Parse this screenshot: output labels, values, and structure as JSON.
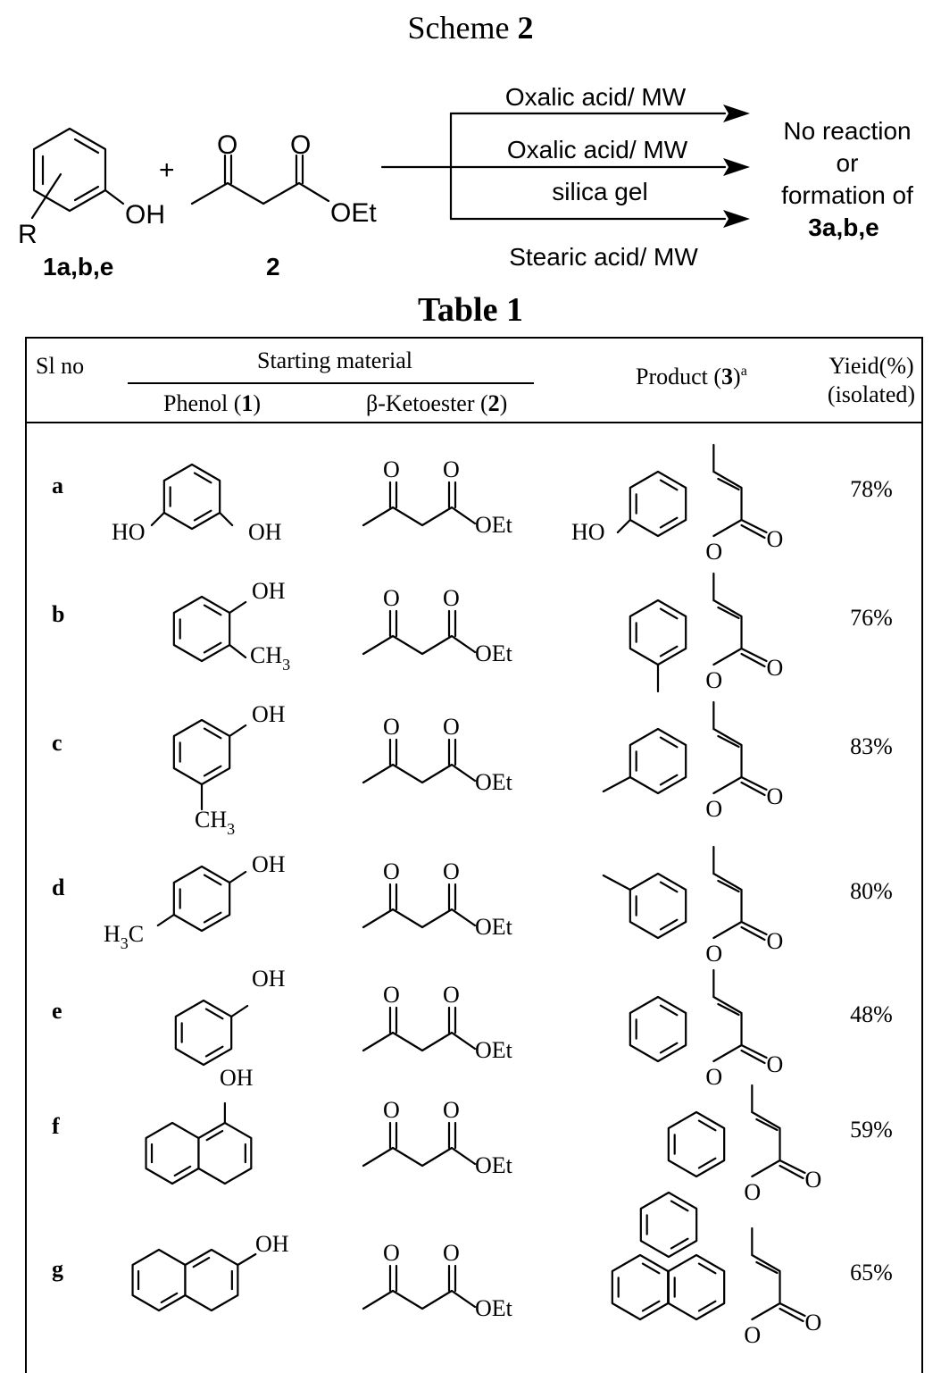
{
  "scheme": {
    "title_prefix": "Scheme ",
    "title_number": "2",
    "plus": "+",
    "phenol_substituent": "R",
    "phenol_oh": "OH",
    "phenol_label": "1a,b,e",
    "ester_o1": "O",
    "ester_o2": "O",
    "ester_oet": "OEt",
    "ester_label": "2",
    "conditions": [
      "Oxalic acid/ MW",
      "Oxalic acid/ MW",
      "silica gel",
      "Stearic acid/ MW"
    ],
    "result_line1": "No reaction",
    "result_line2": "or",
    "result_line3": "formation of",
    "result_line4": "3a,b,e"
  },
  "table": {
    "title": "Table 1",
    "headers": {
      "sl_no": "Sl no",
      "starting_material": "Starting material",
      "phenol_prefix": "Phenol (",
      "phenol_num": "1",
      "phenol_suffix": ")",
      "ketoester_prefix": "β-Ketoester (",
      "ketoester_num": "2",
      "ketoester_suffix": ")",
      "product_prefix": "Product (",
      "product_num": "3",
      "product_suffix": ")",
      "product_sup": "a",
      "yield_line1": "Yieid(%)",
      "yield_line2": "(isolated)"
    },
    "rows": [
      {
        "id": "a",
        "phenol": "resorcinol",
        "phenol_labels": [
          "HO",
          "OH"
        ],
        "product_labels": [
          "HO",
          "O",
          "O"
        ],
        "yield": "78%"
      },
      {
        "id": "b",
        "phenol": "o-cresol",
        "phenol_labels": [
          "OH",
          "CH",
          "3"
        ],
        "product_labels": [
          "O",
          "O"
        ],
        "yield": "76%"
      },
      {
        "id": "c",
        "phenol": "m-cresol",
        "phenol_labels": [
          "OH",
          "CH",
          "3"
        ],
        "product_labels": [
          "O",
          "O"
        ],
        "yield": "83%"
      },
      {
        "id": "d",
        "phenol": "p-cresol",
        "phenol_labels": [
          "OH",
          "H",
          "3",
          "C"
        ],
        "product_labels": [
          "O",
          "O"
        ],
        "yield": "80%"
      },
      {
        "id": "e",
        "phenol": "phenol",
        "phenol_labels": [
          "OH"
        ],
        "product_labels": [
          "O",
          "O"
        ],
        "yield": "48%"
      },
      {
        "id": "f",
        "phenol": "1-naphthol",
        "phenol_labels": [
          "OH"
        ],
        "product_labels": [
          "O",
          "O"
        ],
        "yield": "59%"
      },
      {
        "id": "g",
        "phenol": "2-naphthol",
        "phenol_labels": [
          "OH"
        ],
        "product_labels": [
          "O",
          "O"
        ],
        "yield": "65%"
      }
    ],
    "ketoester_labels": [
      "O",
      "O",
      "OEt"
    ]
  }
}
